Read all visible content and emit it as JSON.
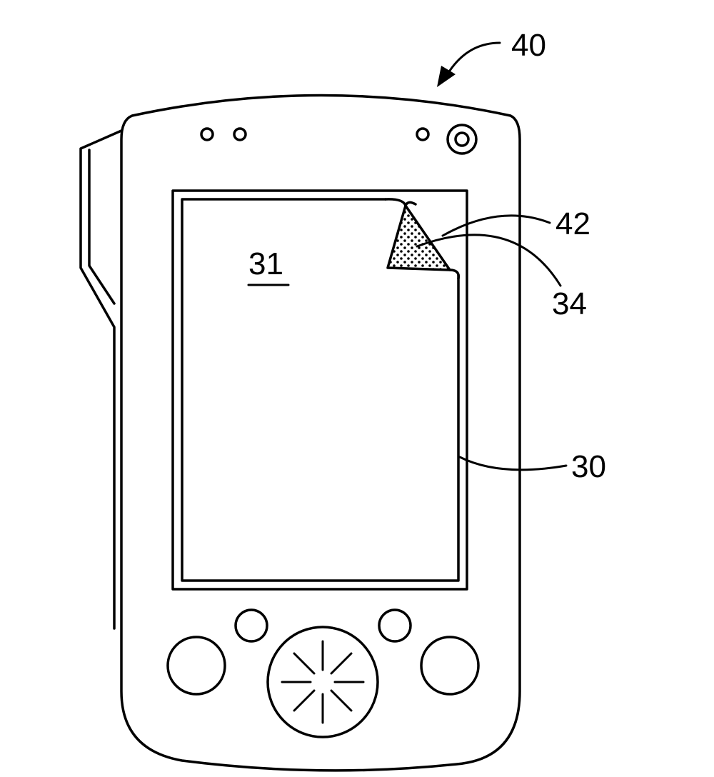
{
  "figure": {
    "labels": {
      "device": "40",
      "film_corner": "42",
      "adhesive": "34",
      "protective_film": "30",
      "screen_area": "31"
    },
    "colors": {
      "line": "#000000",
      "background": "#ffffff"
    },
    "icons": {
      "arrow": "curved-arrow-icon",
      "nav_pad": "navigation-pad-icon"
    }
  }
}
